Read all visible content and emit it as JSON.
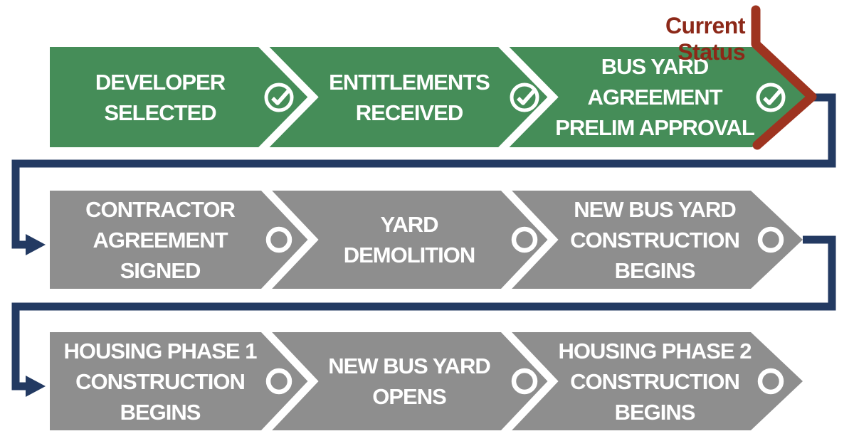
{
  "current_status": {
    "label": "Current Status"
  },
  "colors": {
    "green": "#458D58",
    "gray": "#8E8E8E",
    "navy": "#233A62",
    "red": "#9E3420",
    "red_text": "#8C2818"
  },
  "icons": {
    "complete": "check-circle-icon",
    "pending": "empty-circle-icon"
  },
  "rows": [
    {
      "status": "complete",
      "segments": [
        {
          "label": "DEVELOPER\nSELECTED",
          "status": "complete"
        },
        {
          "label": "ENTITLEMENTS\nRECEIVED",
          "status": "complete"
        },
        {
          "label": "BUS YARD\nAGREEMENT\nPRELIM APPROVAL",
          "status": "complete",
          "marker": "current-status"
        }
      ]
    },
    {
      "status": "pending",
      "segments": [
        {
          "label": "CONTRACTOR\nAGREEMENT\nSIGNED",
          "status": "pending"
        },
        {
          "label": "YARD\nDEMOLITION",
          "status": "pending"
        },
        {
          "label": "NEW BUS YARD\nCONSTRUCTION\nBEGINS",
          "status": "pending"
        }
      ]
    },
    {
      "status": "pending",
      "segments": [
        {
          "label": "HOUSING PHASE 1\nCONSTRUCTION\nBEGINS",
          "status": "pending"
        },
        {
          "label": "NEW BUS YARD\nOPENS",
          "status": "pending"
        },
        {
          "label": "HOUSING PHASE 2\nCONSTRUCTION\nBEGINS",
          "status": "pending"
        }
      ]
    }
  ]
}
